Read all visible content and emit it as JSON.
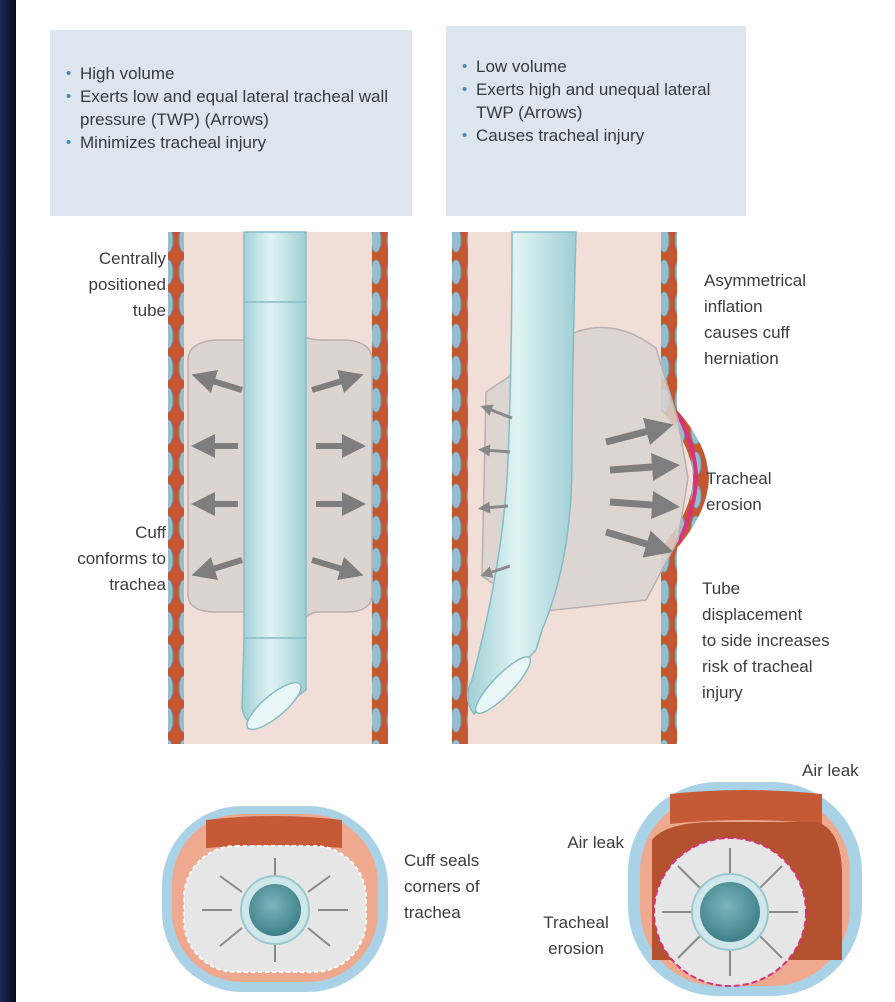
{
  "left_box": {
    "items": [
      "High volume",
      "Exerts low and equal lateral tracheal wall pressure (TWP) (Arrows)",
      "Minimizes tracheal injury"
    ]
  },
  "right_box": {
    "items": [
      "Low volume",
      "Exerts high and unequal lateral TWP (Arrows)",
      "Causes tracheal injury"
    ]
  },
  "labels": {
    "centrally_positioned": "Centrally\npositioned\ntube",
    "cuff_conforms": "Cuff\nconforms to\ntrachea",
    "asymmetrical": "Asymmetrical\ninflation\ncauses cuff\nherniation",
    "tracheal_erosion_side": "Tracheal\nerosion",
    "tube_displacement": "Tube\ndisplacement\nto side increases\nrisk of tracheal\ninjury",
    "cuff_seals": "Cuff seals\ncorners of\ntrachea",
    "air_leak_top": "Air leak",
    "air_leak_side": "Air leak",
    "tracheal_erosion_bottom": "Tracheal\nerosion"
  },
  "colors": {
    "box_bg": "#dde6ef",
    "trachea_wall": "#c5562f",
    "cartilage": "#94bfcf",
    "lumen": "#f4e3dd",
    "tube": "#bfe3e6",
    "cuff": "#d9d3d0",
    "arrow": "#7e7e7e",
    "erosion": "#d8327a"
  }
}
